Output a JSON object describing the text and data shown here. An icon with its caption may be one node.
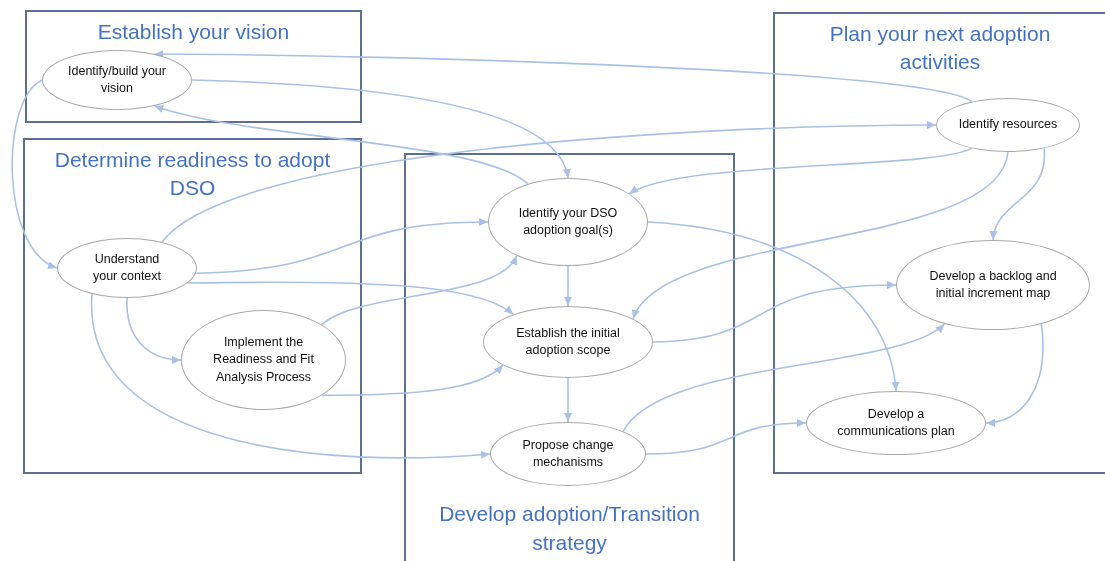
{
  "diagram": {
    "nodes": [
      {
        "text": [
          "Establish your vision"
        ]
      },
      {
        "text": [
          "Identify/build your vision"
        ],
        "in": 0
      },
      {
        "text": [
          "Determine readiness to adopt DSO"
        ]
      },
      {
        "text": [
          "Understand your context"
        ],
        "in": 2
      },
      {
        "text": [
          "Implement the Readiness and Fit Analysis Process"
        ],
        "in": 2
      },
      {
        "text": [
          "Develop adoption/Transition strategy"
        ]
      },
      {
        "text": [
          "Identify your DSO adoption goal(s)"
        ],
        "in": 5
      },
      {
        "text": [
          "Establish the initial adoption scope"
        ],
        "in": 5
      },
      {
        "text": [
          "Propose change mechanisms"
        ],
        "in": 5
      },
      {
        "text": [
          "Plan your next adoption activities"
        ]
      },
      {
        "text": [
          "Identify resources"
        ],
        "in": 9
      },
      {
        "text": [
          "Develop a backlog and initial increment map"
        ],
        "in": 9
      },
      {
        "text": [
          "Develop a communications plan"
        ],
        "in": 9
      }
    ],
    "edges": [
      {
        "from": 10,
        "to": 1,
        "arrow": "to"
      },
      {
        "from": 1,
        "to": 6,
        "arrow": "to"
      },
      {
        "from": 6,
        "to": 1,
        "arrow": "to"
      },
      {
        "from": 1,
        "to": 3,
        "arrow": "to"
      },
      {
        "from": 3,
        "to": 10,
        "arrow": "to"
      },
      {
        "from": 3,
        "to": 6,
        "arrow": "to"
      },
      {
        "from": 3,
        "to": 7,
        "arrow": "to"
      },
      {
        "from": 3,
        "to": 4,
        "arrow": "to"
      },
      {
        "from": 3,
        "to": 8,
        "arrow": "to"
      },
      {
        "from": 4,
        "to": 6,
        "arrow": "to"
      },
      {
        "from": 4,
        "to": 7,
        "arrow": "to"
      },
      {
        "from": 10,
        "to": 6,
        "arrow": "to"
      },
      {
        "from": 10,
        "to": 7,
        "arrow": "to"
      },
      {
        "from": 10,
        "to": 11,
        "arrow": "to"
      },
      {
        "from": 6,
        "to": 7,
        "arrow": "to"
      },
      {
        "from": 6,
        "to": 12,
        "arrow": "to"
      },
      {
        "from": 7,
        "to": 11,
        "arrow": "to"
      },
      {
        "from": 7,
        "to": 8,
        "arrow": "to"
      },
      {
        "from": 8,
        "to": 11,
        "arrow": "to"
      },
      {
        "from": 8,
        "to": 12,
        "arrow": "to"
      },
      {
        "from": 11,
        "to": 12,
        "arrow": "to"
      }
    ]
  }
}
